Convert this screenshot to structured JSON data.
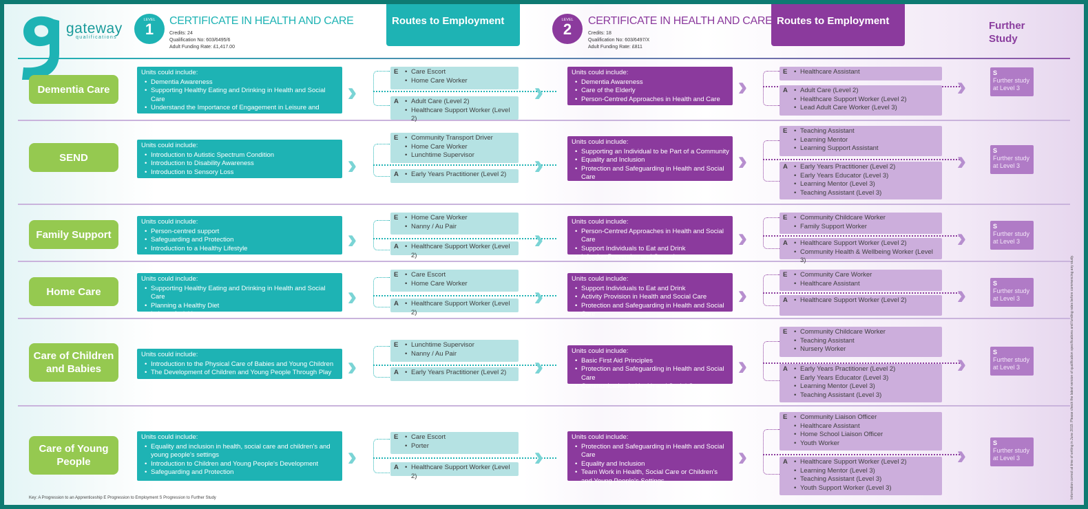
{
  "logo": {
    "wordmark": "gateway",
    "sub": "qualifications"
  },
  "level1": {
    "word": "LEVEL",
    "number": "1",
    "title": "CERTIFICATE IN HEALTH AND CARE",
    "credits": "Credits: 24",
    "qualification_no": "Qualification No: 603/6495/6",
    "funding": "Adult Funding Rate: £1,417.00",
    "routes_header": "Routes to Employment"
  },
  "level2": {
    "word": "LEVEL",
    "number": "2",
    "title": "CERTIFICATE IN HEALTH AND CARE",
    "credits": "Credits: 18",
    "qualification_no": "Qualification No: 603/6497/X",
    "funding": "Adult Funding Rate: £811",
    "routes_header": "Routes to Employment"
  },
  "further_header": "Further Study",
  "units_heading": "Units could include:",
  "colors": {
    "teal": "#1eb3b4",
    "purple": "#8b3a9d",
    "green": "#95c950",
    "light_teal": "#b5e2e3",
    "light_purple": "#ccaedc"
  },
  "rows": [
    {
      "label": "Dementia Care",
      "l1_units": [
        "Dementia Awareness",
        "Supporting Healthy Eating and Drinking in Health and Social Care",
        "Understand the Importance of Engagement in Leisure and Social Activities"
      ],
      "l1_E": [
        "Care Escort",
        "Home Care Worker"
      ],
      "l1_A": [
        "Adult Care (Level 2)",
        "Healthcare Support Worker (Level 2)"
      ],
      "l2_units": [
        "Dementia Awareness",
        "Care of the Elderly",
        "Person-Centred Approaches in Health and Care"
      ],
      "l2_E": [
        "Healthcare Assistant"
      ],
      "l2_A": [
        "Adult Care (Level 2)",
        "Healthcare Support Worker (Level 2)",
        "Lead Adult Care Worker (Level 3)"
      ],
      "fs": {
        "letter": "S",
        "text": "Further study at Level 3"
      }
    },
    {
      "label": "SEND",
      "l1_units": [
        "Introduction to Autistic Spectrum Condition",
        "Introduction to Disability Awareness",
        "Introduction to Sensory Loss"
      ],
      "l1_E": [
        "Community Transport Driver",
        "Home Care Worker",
        "Lunchtime Supervisor"
      ],
      "l1_A": [
        "Early Years Practitioner (Level 2)"
      ],
      "l2_units": [
        "Supporting an Individual to be Part of a Community",
        "Equality and Inclusion",
        "Protection and Safeguarding in Health and Social Care"
      ],
      "l2_E": [
        "Teaching Assistant",
        "Learning Mentor",
        "Learning Support Assistant"
      ],
      "l2_A": [
        "Early Years Practitioner (Level 2)",
        "Early Years Educator (Level 3)",
        "Learning Mentor (Level 3)",
        "Teaching Assistant (Level 3)"
      ],
      "fs": {
        "letter": "S",
        "text": "Further study at Level 3"
      }
    },
    {
      "label": "Family Support",
      "l1_units": [
        "Person-centred support",
        "Safeguarding and Protection",
        "Introduction to a Healthy Lifestyle"
      ],
      "l1_E": [
        "Home Care Worker",
        "Nanny / Au Pair"
      ],
      "l1_A": [
        "Healthcare Support Worker (Level 2)"
      ],
      "l2_units": [
        "Person-Centred Approaches in Health and Social Care",
        "Support Individuals to Eat and Drink",
        "Infection Prevention and Control"
      ],
      "l2_E": [
        "Community Childcare Worker",
        "Family Support Worker"
      ],
      "l2_A": [
        "Healthcare Support Worker (Level 2)",
        "Community Health & Wellbeing Worker (Level 3)"
      ],
      "fs": {
        "letter": "S",
        "text": "Further study at Level 3"
      }
    },
    {
      "label": "Home Care",
      "l1_units": [
        "Supporting Healthy Eating and Drinking in Health and Social Care",
        "Planning a Healthy Diet",
        "Leisure Activities"
      ],
      "l1_E": [
        "Care Escort",
        "Home Care Worker"
      ],
      "l1_A": [
        "Healthcare Support Worker (Level 2)"
      ],
      "l2_units": [
        "Support Individuals to Eat and Drink",
        "Activity Provision in Health and Social Care",
        "Protection and Safeguarding in Health and Social Care"
      ],
      "l2_E": [
        "Community Care Worker",
        "Healthcare Assistant"
      ],
      "l2_A": [
        "Healthcare Support Worker (Level 2)"
      ],
      "fs": {
        "letter": "S",
        "text": "Further study at Level 3"
      }
    },
    {
      "label": "Care of Children and Babies",
      "l1_units": [
        "Introduction to the Physical Care of Babies and Young Children",
        "The Development of Children and Young People Through Play"
      ],
      "l1_E": [
        "Lunchtime Supervisor",
        "Nanny / Au Pair"
      ],
      "l1_A": [
        "Early Years Practitioner (Level 2)"
      ],
      "l2_units": [
        "Basic First Aid Principles",
        "Protection and Safeguarding in Health and Social Care",
        "Communication in Health and Social Care"
      ],
      "l2_E": [
        "Community Childcare Worker",
        "Teaching Assistant",
        "Nursery Worker"
      ],
      "l2_A": [
        "Early Years Practitioner (Level 2)",
        "Early Years Educator (Level 3)",
        "Learning Mentor (Level 3)",
        "Teaching Assistant (Level 3)"
      ],
      "fs": {
        "letter": "S",
        "text": "Further study at Level 3"
      }
    },
    {
      "label": "Care of Young People",
      "l1_units": [
        "Equality and inclusion in health, social care and children's and young people's settings",
        "Introduction to Children and Young People's Development",
        "Safeguarding and Protection"
      ],
      "l1_E": [
        "Care Escort",
        "Porter"
      ],
      "l1_A": [
        "Healthcare Support Worker (Level 2)"
      ],
      "l2_units": [
        "Protection and Safeguarding in Health and Social Care",
        "Equality and Inclusion",
        "Team Work in Health, Social Care or Children's and Young People's Settings"
      ],
      "l2_E": [
        "Community Liaison Officer",
        "Healthcare Assistant",
        "Home School Liaison Officer",
        "Youth Worker"
      ],
      "l2_A": [
        "Healthcare Support Worker (Level 2)",
        "Learning Mentor (Level 3)",
        "Teaching Assistant (Level 3)",
        "Youth Support Worker (Level 3)"
      ],
      "fs": {
        "letter": "S",
        "text": "Further study at Level 3"
      }
    }
  ],
  "key": "Key: A Progression to an Apprenticeship E Progression to Employment S Progression to Further Study",
  "side_note": "Information correct at time of writing in June 2019. Please check the latest version of qualification specifications and funding rates before commencing any study."
}
